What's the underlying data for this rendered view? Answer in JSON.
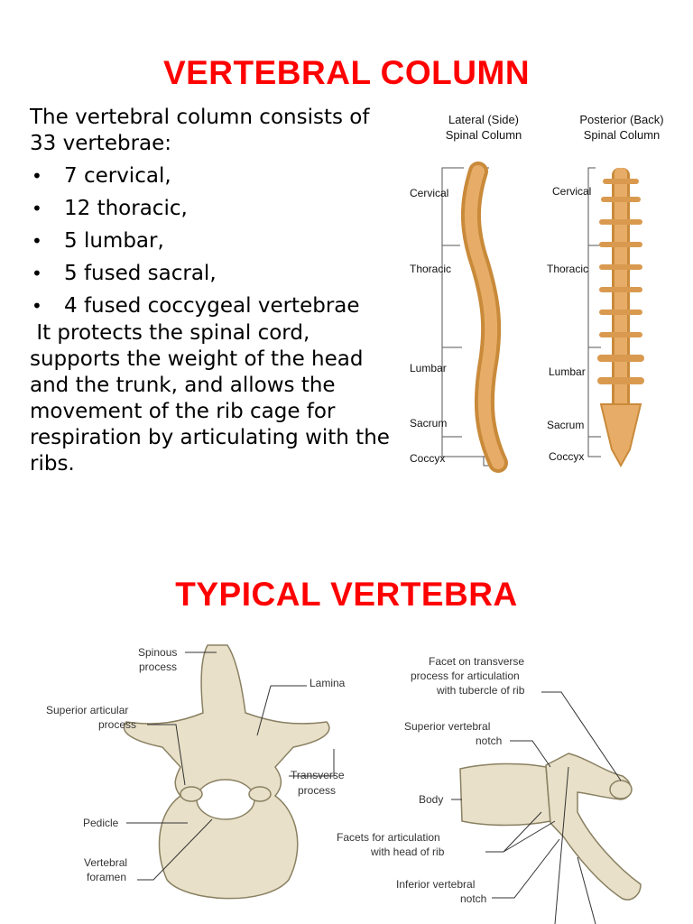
{
  "titles": {
    "main": "VERTEBRAL COLUMN",
    "second": "TYPICAL VERTEBRA"
  },
  "intro": {
    "lead": "The vertebral column consists of 33 vertebrae:",
    "bullets": [
      "7 cervical,",
      "12 thoracic,",
      "5 lumbar,",
      "5 fused sacral,",
      "4 fused coccygeal vertebrae"
    ],
    "paragraph": " It protects the spinal cord, supports the weight of the head and the trunk, and allows the movement of the rib cage for respiration by articulating with the ribs."
  },
  "spine_figure": {
    "lateral_heading_1": "Lateral (Side)",
    "lateral_heading_2": "Spinal Column",
    "posterior_heading_1": "Posterior (Back)",
    "posterior_heading_2": "Spinal Column",
    "regions": [
      "Cervical",
      "Thoracic",
      "Lumbar",
      "Sacrum",
      "Coccyx"
    ]
  },
  "vertebra_figure": {
    "superior_labels": [
      "Spinous",
      "process",
      "Lamina",
      "Superior articular",
      "process",
      "Transverse",
      "process",
      "Pedicle",
      "Vertebral",
      "foramen"
    ],
    "lateral_labels": [
      "Facet on transverse",
      "process for articulation",
      "with tubercle of rib",
      "Superior vertebral",
      "notch",
      "Body",
      "Facets for articulation",
      "with head of rib",
      "Inferior vertebral",
      "notch"
    ]
  },
  "colors": {
    "title": "#ff0000",
    "bone_spine": "#e0a055",
    "bone_vertebra": "#e8e0c8"
  }
}
